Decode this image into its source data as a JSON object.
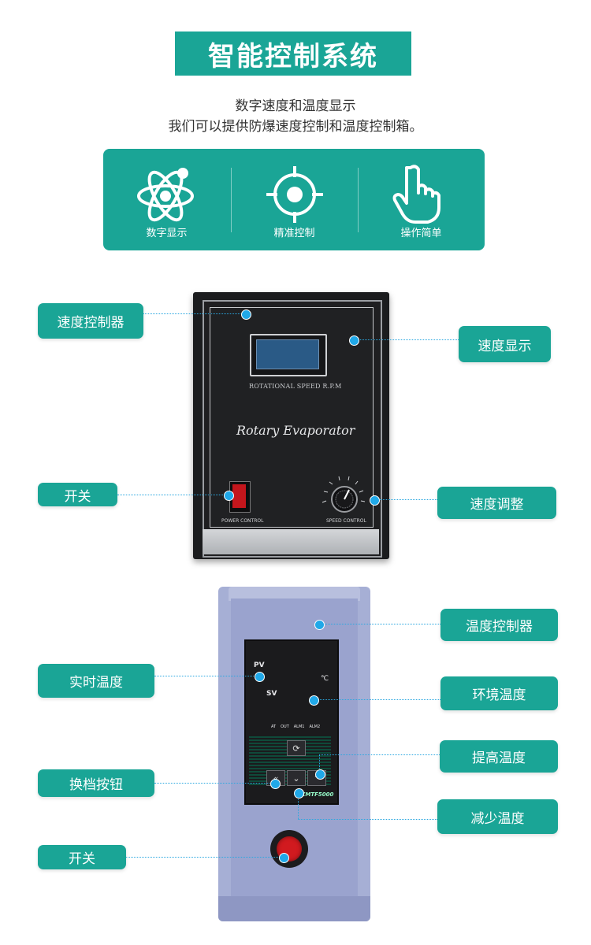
{
  "header": {
    "title": "智能控制系统",
    "line1": "数字速度和温度显示",
    "line2": "我们可以提供防爆速度控制和温度控制箱。"
  },
  "features": [
    {
      "label": "数字显示",
      "icon": "atom-icon"
    },
    {
      "label": "精准控制",
      "icon": "target-icon"
    },
    {
      "label": "操作简单",
      "icon": "hand-pointer-icon"
    }
  ],
  "speed_controller": {
    "display_caption": "ROTATIONAL SPEED R.P.M",
    "device_name": "Rotary Evaporator",
    "power_label": "POWER CONTROL",
    "speed_label": "SPEED CONTROL",
    "callouts": {
      "controller": "速度控制器",
      "display": "速度显示",
      "switch": "开关",
      "adjust": "速度调整"
    }
  },
  "temp_controller": {
    "pv": "PV",
    "sv": "SV",
    "unit": "℃",
    "indicators": [
      "AT",
      "OUT",
      "ALM1",
      "ALM2"
    ],
    "model": "XMTF5000",
    "callouts": {
      "controller": "温度控制器",
      "real_temp": "实时温度",
      "ambient": "环境温度",
      "switch_button": "换档按钮",
      "raise": "提高温度",
      "lower": "减少温度",
      "power": "开关"
    }
  },
  "colors": {
    "accent": "#1aa596",
    "pointer": "#20a8e8"
  }
}
